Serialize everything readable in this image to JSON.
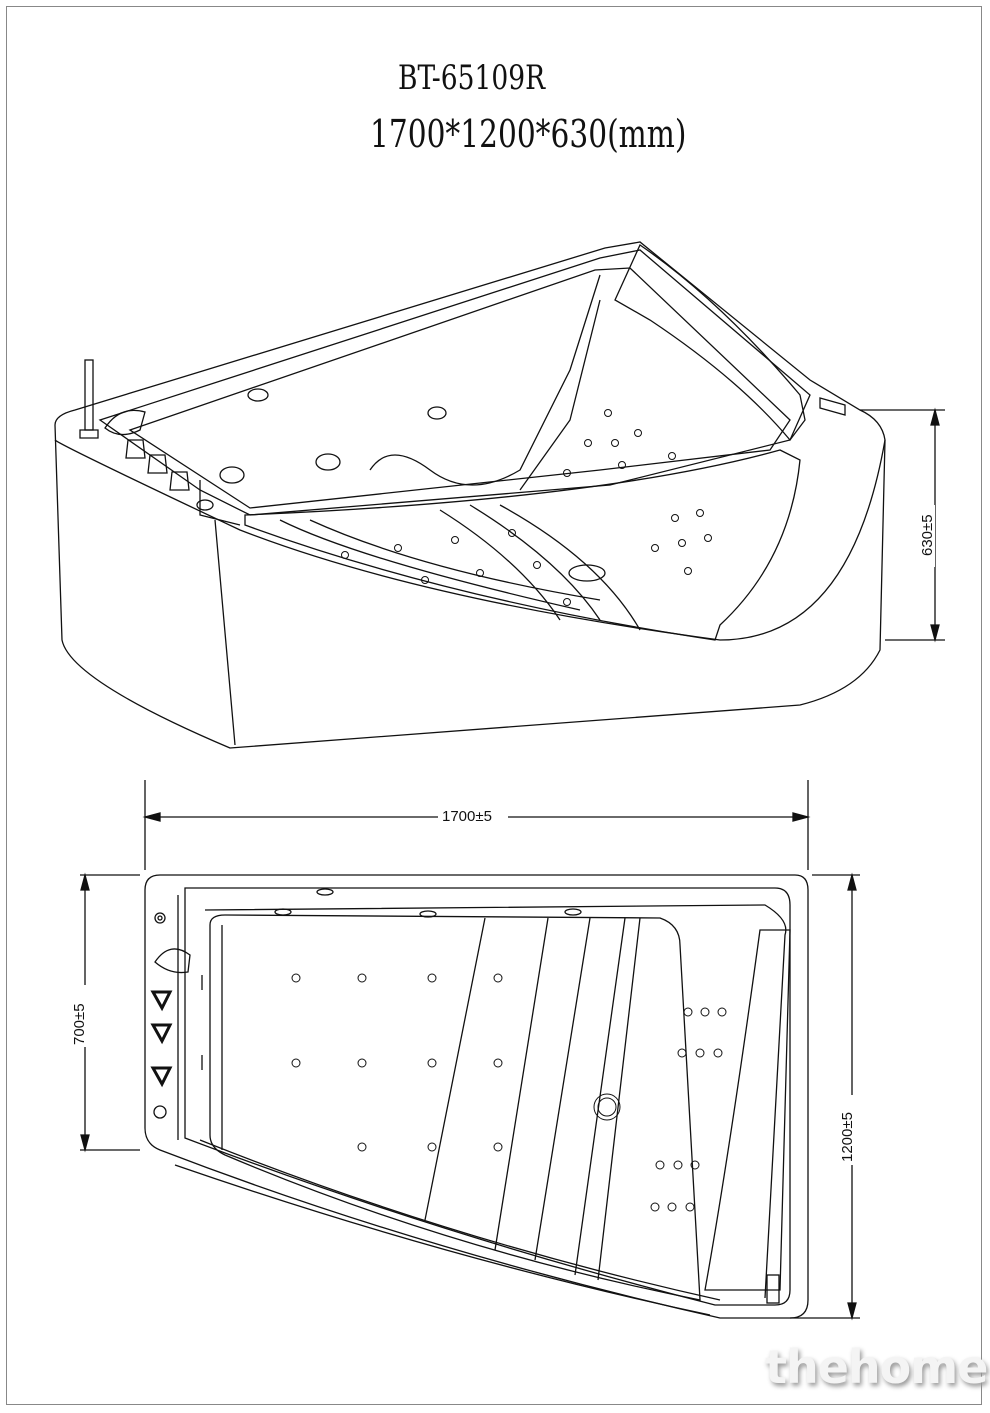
{
  "title": {
    "model": "BT-65109R",
    "dimensions": "1700*1200*630(mm)"
  },
  "dimension_labels": {
    "height": "630±5",
    "length": "1700±5",
    "seat_width": "700±5",
    "width": "1200±5"
  },
  "watermark": "thehome",
  "colors": {
    "line": "#111111",
    "background": "#ffffff"
  }
}
